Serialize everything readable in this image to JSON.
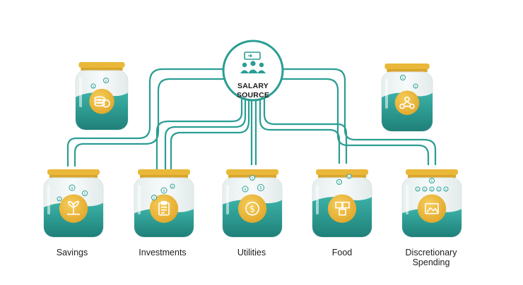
{
  "hub": {
    "label_line1": "SALARY",
    "label_line2": "SOURCE",
    "icon": "group-of-people-icon"
  },
  "jars": [
    {
      "label_line1": "Savings",
      "label_line2": "",
      "icon": "plant-coin-icon"
    },
    {
      "label_line1": "Investments",
      "label_line2": "",
      "icon": "clipboard-icon"
    },
    {
      "label_line1": "Utilities",
      "label_line2": "",
      "icon": "dollar-coin-icon"
    },
    {
      "label_line1": "Food",
      "label_line2": "",
      "icon": "food-box-icon"
    },
    {
      "label_line1": "Discretionary",
      "label_line2": "Spending",
      "icon": "picture-frame-icon"
    }
  ],
  "extra_jars": [
    {
      "icon": "coin-stack-icon"
    },
    {
      "icon": "network-nodes-icon"
    }
  ],
  "colors": {
    "teal": "#2a9d94",
    "teal_dark": "#1f7f78",
    "lid": "#e9b838",
    "coin": "#eeb535",
    "glass": "#eef3f3"
  }
}
